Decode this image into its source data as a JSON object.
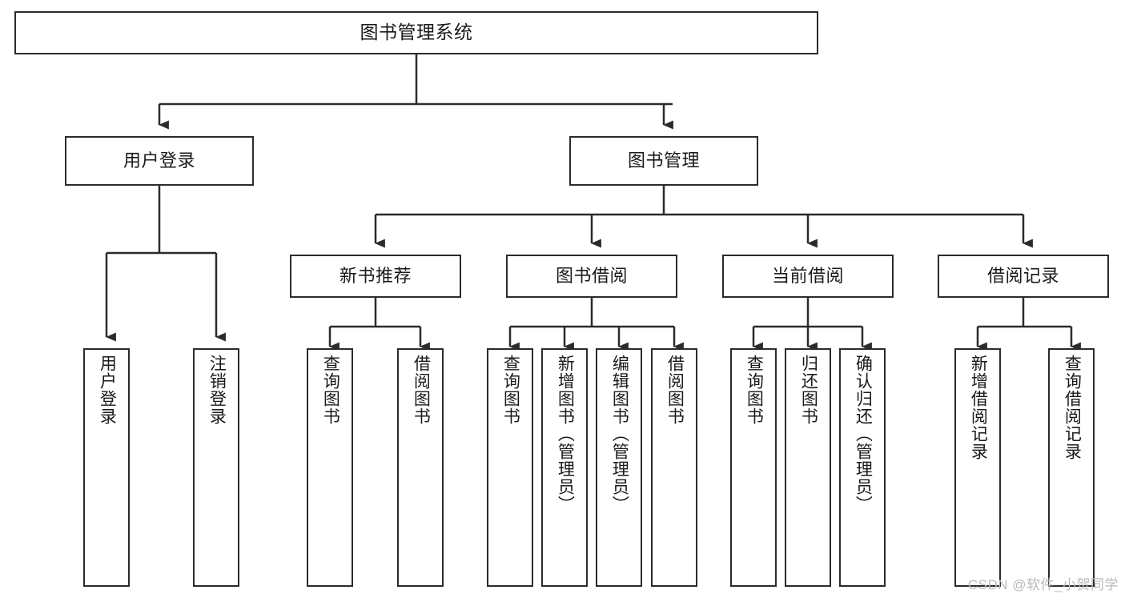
{
  "diagram": {
    "title": "图书管理系统",
    "type": "tree",
    "root": {
      "label": "图书管理系统"
    },
    "level2": [
      {
        "label": "用户登录"
      },
      {
        "label": "图书管理"
      }
    ],
    "level3": [
      {
        "label": "新书推荐",
        "parent": "图书管理"
      },
      {
        "label": "图书借阅",
        "parent": "图书管理"
      },
      {
        "label": "当前借阅",
        "parent": "图书管理"
      },
      {
        "label": "借阅记录",
        "parent": "图书管理"
      }
    ],
    "leaves": [
      {
        "label": "用户登录",
        "parent": "用户登录"
      },
      {
        "label": "注销登录",
        "parent": "用户登录"
      },
      {
        "label": "查询图书",
        "parent": "新书推荐"
      },
      {
        "label": "借阅图书",
        "parent": "新书推荐"
      },
      {
        "label": "查询图书",
        "parent": "图书借阅"
      },
      {
        "label": "新增图书（管理员）",
        "parent": "图书借阅"
      },
      {
        "label": "编辑图书（管理员）",
        "parent": "图书借阅"
      },
      {
        "label": "借阅图书",
        "parent": "图书借阅"
      },
      {
        "label": "查询图书",
        "parent": "当前借阅"
      },
      {
        "label": "归还图书",
        "parent": "当前借阅"
      },
      {
        "label": "确认归还（管理员）",
        "parent": "当前借阅"
      },
      {
        "label": "新增借阅记录",
        "parent": "借阅记录"
      },
      {
        "label": "查询借阅记录",
        "parent": "借阅记录"
      }
    ]
  },
  "watermark": "CSDN @软件_小贺同学",
  "colors": {
    "stroke": "#2b2b2b",
    "background": "#ffffff",
    "text": "#1a1a1a",
    "watermark": "#b9b9b9"
  }
}
